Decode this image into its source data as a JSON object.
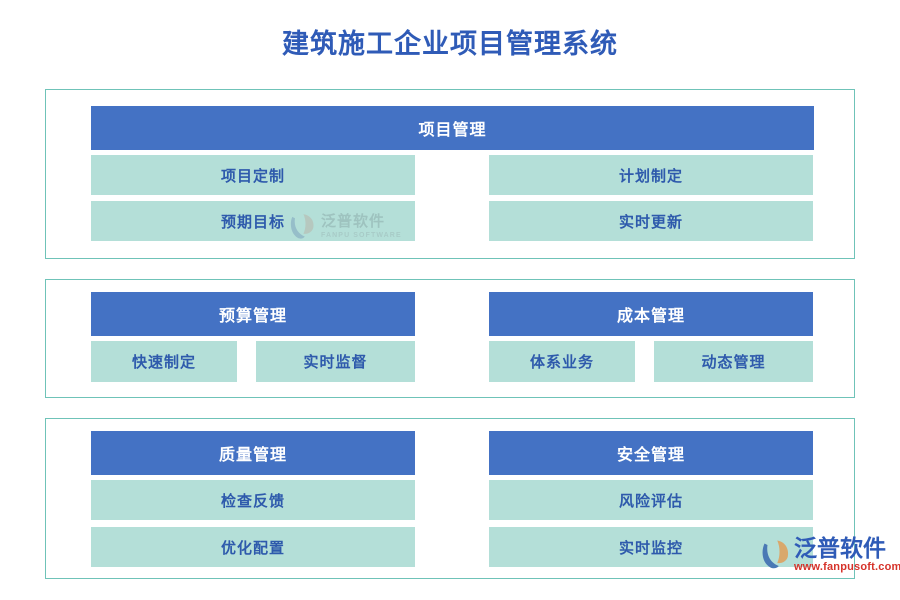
{
  "page": {
    "title": "建筑施工企业项目管理系统",
    "title_color": "#2F5BB7",
    "background": "#FFFFFF"
  },
  "palette": {
    "header_blue": "#4472C4",
    "feature_teal": "#B4DFD8",
    "feature_text": "#2E5AAC",
    "container_border": "#6FC3B8",
    "header_text": "#FFFFFF"
  },
  "sections": [
    {
      "id": "section-1",
      "layout": "single-header",
      "headers": [
        {
          "label": "项目管理"
        }
      ],
      "features": [
        {
          "label": "项目定制"
        },
        {
          "label": "计划制定"
        },
        {
          "label": "预期目标"
        },
        {
          "label": "实时更新"
        }
      ]
    },
    {
      "id": "section-2",
      "layout": "dual-header-split",
      "headers": [
        {
          "label": "预算管理"
        },
        {
          "label": "成本管理"
        }
      ],
      "features": [
        {
          "label": "快速制定"
        },
        {
          "label": "实时监督"
        },
        {
          "label": "体系业务"
        },
        {
          "label": "动态管理"
        }
      ]
    },
    {
      "id": "section-3",
      "layout": "dual-header-stacked",
      "headers": [
        {
          "label": "质量管理"
        },
        {
          "label": "安全管理"
        }
      ],
      "features": [
        {
          "label": "检查反馈"
        },
        {
          "label": "风险评估"
        },
        {
          "label": "优化配置"
        },
        {
          "label": "实时监控"
        }
      ]
    }
  ],
  "watermark": {
    "name_cn": "泛普软件",
    "name_en": "FANPU SOFTWARE",
    "text_color": "#7F9A9B"
  },
  "brand_logo": {
    "name_cn": "泛普软件",
    "url": "www.fanpusoft.com",
    "name_color": "#2F5BB7",
    "url_color": "#D6322A"
  }
}
